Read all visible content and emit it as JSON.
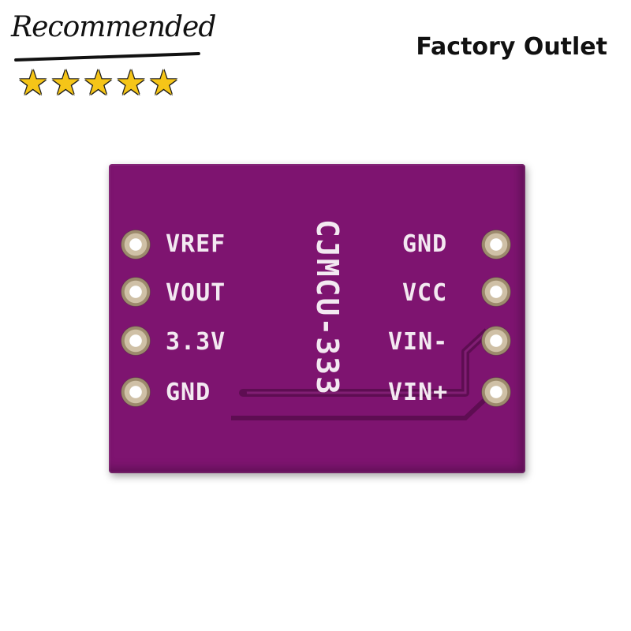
{
  "badge": {
    "text": "Recommended",
    "stars": "★★★★★"
  },
  "outlet": "Factory Outlet",
  "board": {
    "model": "CJMCU-333",
    "left_pins": [
      "VREF",
      "VOUT",
      "3.3V",
      "GND"
    ],
    "right_pins": [
      "GND",
      "VCC",
      "VIN-",
      "VIN+"
    ]
  }
}
